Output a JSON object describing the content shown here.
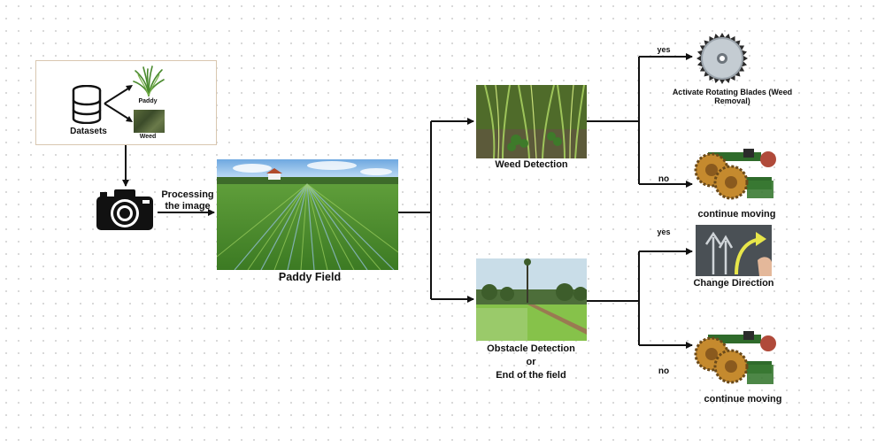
{
  "datasets": {
    "label": "Datasets",
    "paddy_label": "Paddy",
    "weed_label": "Weed"
  },
  "camera": {
    "processing_label_line1": "Processing",
    "processing_label_line2": "the image"
  },
  "paddy_field": {
    "label": "Paddy Field"
  },
  "weed_branch": {
    "label": "Weed Detection",
    "yes_label": "yes",
    "no_label": "no",
    "yes_action_line1": "Activate Rotating Blades (Weed",
    "yes_action_line2": "Removal)",
    "no_action": "continue moving"
  },
  "obstacle_branch": {
    "label_line1": "Obstacle Detection",
    "label_line2": "or",
    "label_line3": "End of the field",
    "yes_label": "yes",
    "no_label": "no",
    "yes_action": "Change Direction",
    "no_action": "continue moving"
  },
  "colors": {
    "arrow": "#111111",
    "grass": "#4a8a2e",
    "robot_green": "#2f6b2b",
    "robot_gear": "#c58a2e"
  }
}
